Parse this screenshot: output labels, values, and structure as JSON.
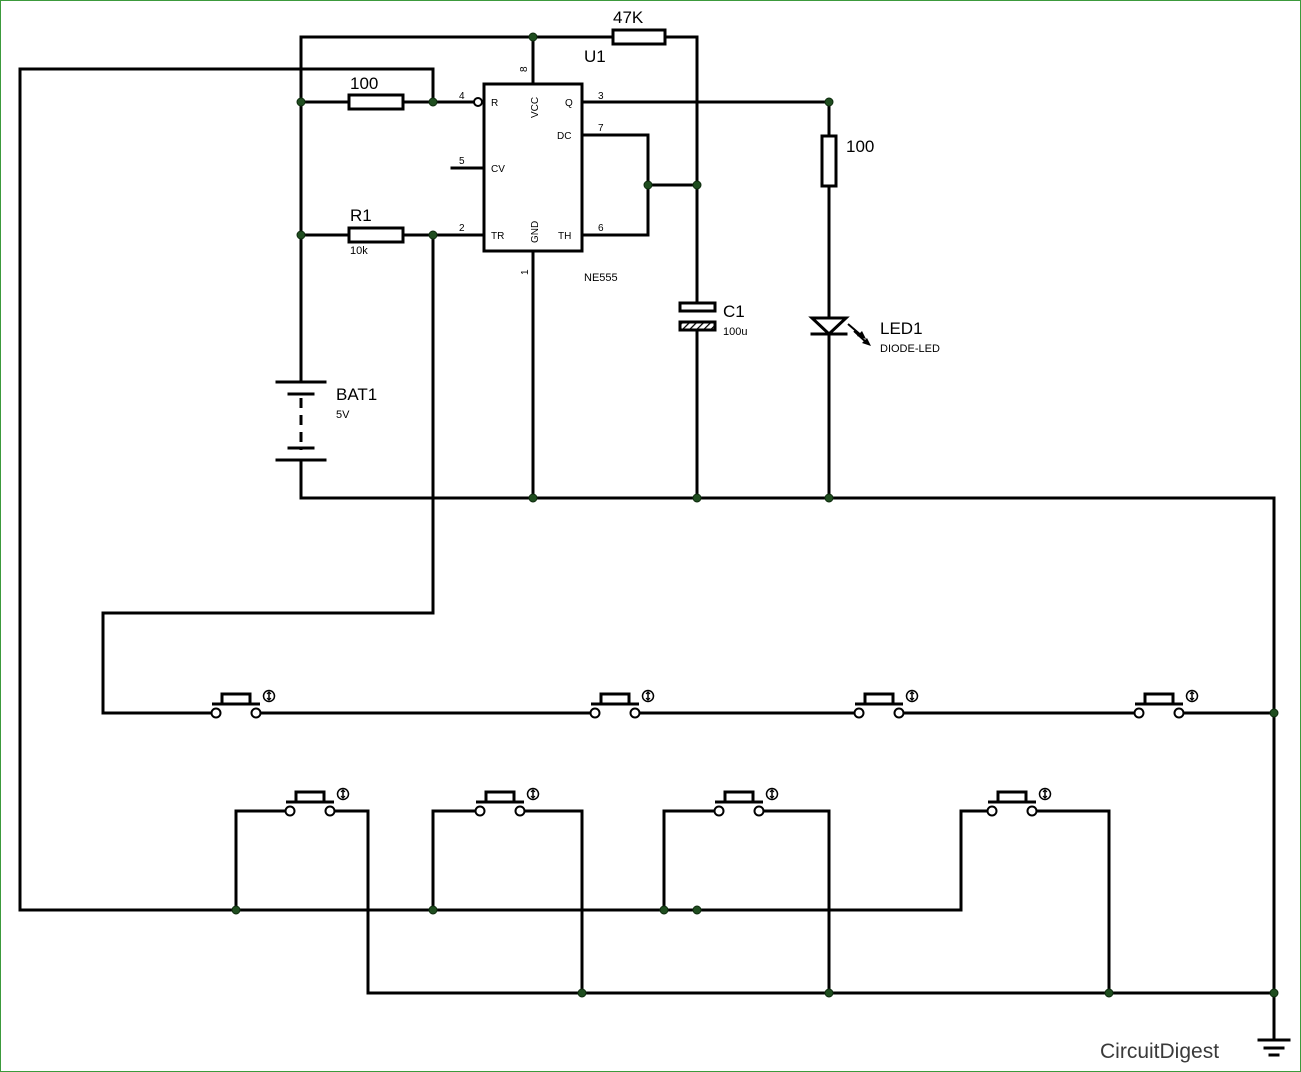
{
  "components": {
    "r_47k": {
      "label": "47K"
    },
    "u1": {
      "label": "U1",
      "part": "NE555",
      "pins": {
        "vcc_num": "8",
        "vcc": "VCC",
        "r_num": "4",
        "r": "R",
        "q_num": "3",
        "q": "Q",
        "dc_num": "7",
        "dc": "DC",
        "cv_num": "5",
        "cv": "CV",
        "tr_num": "2",
        "tr": "TR",
        "th_num": "6",
        "th": "TH",
        "gnd_num": "1",
        "gnd": "GND"
      }
    },
    "r_reset": {
      "label": "100"
    },
    "r1": {
      "label": "R1",
      "value": "10k"
    },
    "r_led": {
      "label": "100"
    },
    "c1": {
      "label": "C1",
      "value": "100u"
    },
    "led1": {
      "label": "LED1",
      "value": "DIODE-LED"
    },
    "bat1": {
      "label": "BAT1",
      "value": "5V"
    }
  },
  "switches": {
    "count_top_row": 4,
    "count_bottom_row": 4
  },
  "logo": {
    "text": "CircuitDigest"
  },
  "colors": {
    "wire": "#000000",
    "junction": "#1f4d1f",
    "frame": "#3c9a3c",
    "logo": "#3a3a3a"
  }
}
